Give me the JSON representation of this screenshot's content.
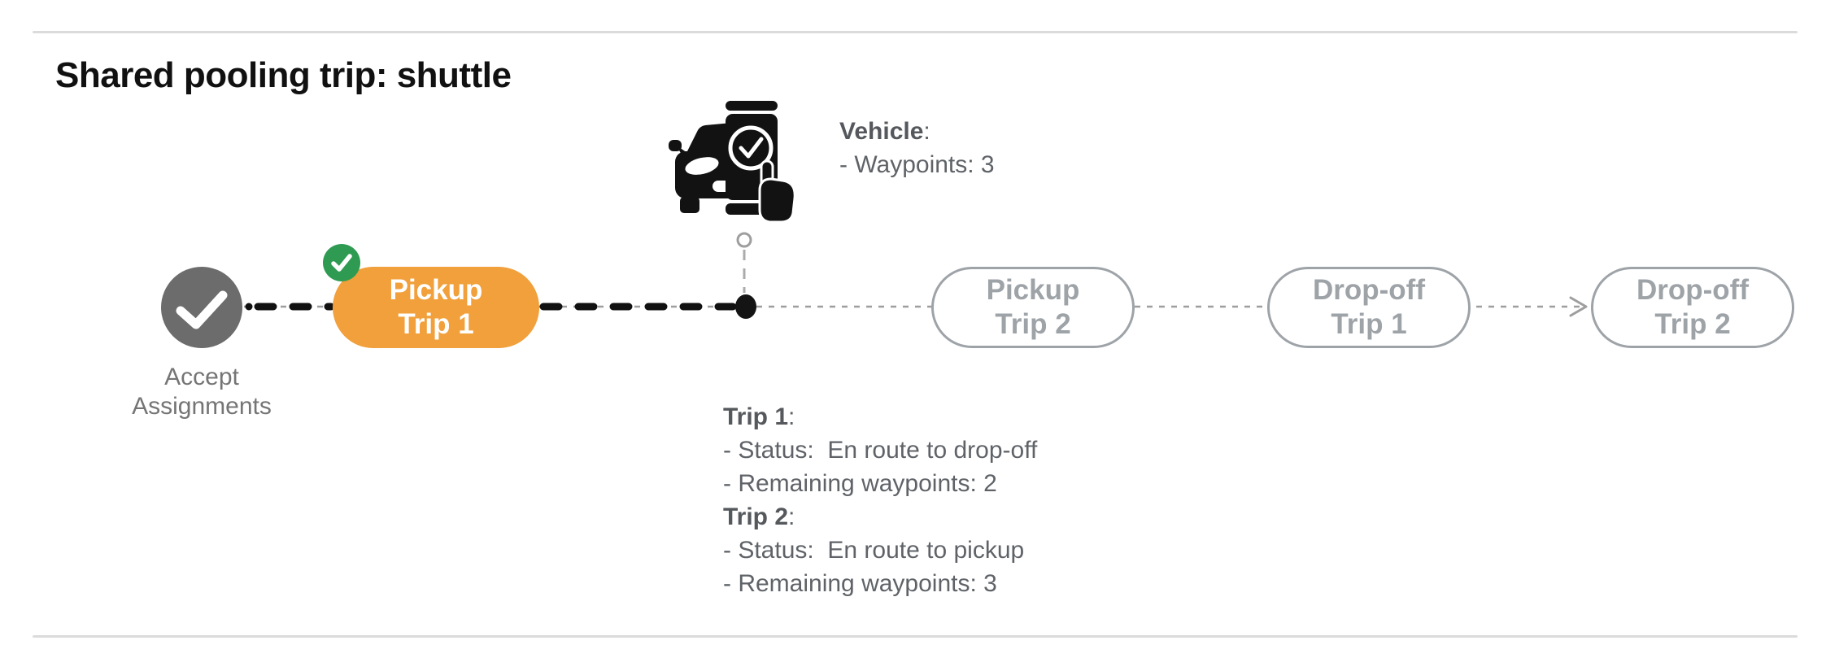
{
  "page": {
    "title": "Shared pooling trip: shuttle"
  },
  "colors": {
    "active_pill_fill": "#F1A03B",
    "active_pill_text": "#FFFFFF",
    "completed_badge_green": "#2F9B52",
    "completed_node_gray": "#6C6C6C",
    "future_pill_outline": "#9EA3A8",
    "route_completed": "#111111",
    "route_pending": "#9E9E9E",
    "info_text": "#5F6368",
    "node_label_text": "#757575",
    "divider": "#DBDBDB"
  },
  "icons": {
    "vehicle": "vehicle-booking-phone-check-icon",
    "accept_node": "check-icon",
    "pickup_trip_1_badge": "check-badge-icon",
    "current_position": "position-dot-icon",
    "next_leg_arrow": "arrow-right-icon"
  },
  "timeline": {
    "accept": {
      "line1": "Accept",
      "line2": "Assignments"
    },
    "pickup_trip_1": {
      "line1": "Pickup",
      "line2": "Trip 1"
    },
    "pickup_trip_2": {
      "line1": "Pickup",
      "line2": "Trip 2"
    },
    "dropoff_trip_1": {
      "line1": "Drop-off",
      "line2": "Trip 1"
    },
    "dropoff_trip_2": {
      "line1": "Drop-off",
      "line2": "Trip 2"
    }
  },
  "vehicle_info": {
    "heading": "Vehicle",
    "colon": ":",
    "waypoints": "- Waypoints: 3"
  },
  "trip_info": {
    "trip1": {
      "heading": "Trip 1",
      "colon": ":",
      "status": "- Status:  En route to drop-off",
      "waypoints": "- Remaining waypoints: 2"
    },
    "trip2": {
      "heading": "Trip 2",
      "colon": ":",
      "status": "- Status:  En route to pickup",
      "waypoints": "- Remaining waypoints: 3"
    }
  }
}
